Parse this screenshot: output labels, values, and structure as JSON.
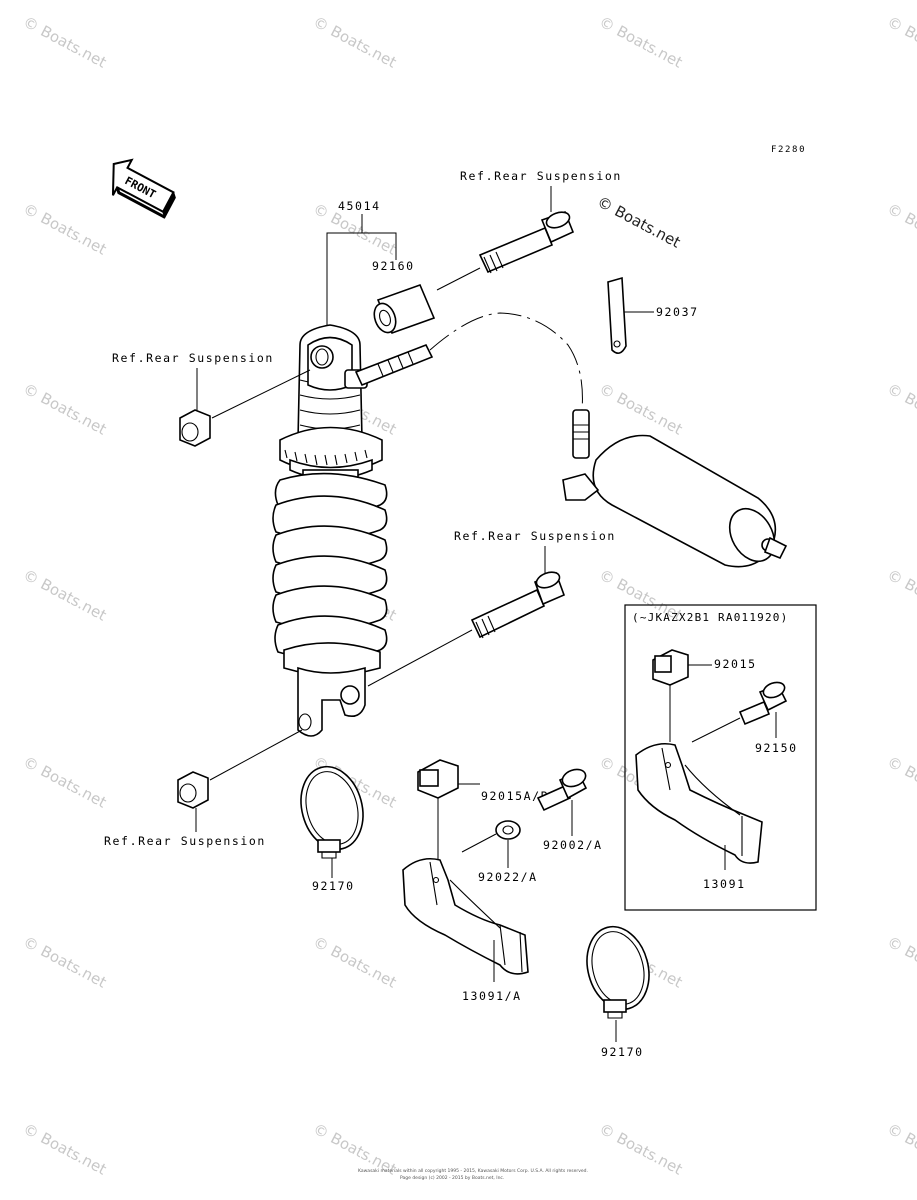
{
  "figure_id": "F2280",
  "front_arrow_label": "FRONT",
  "watermark": "© Boats.net",
  "labels": {
    "p45014": "45014",
    "p92160": "92160",
    "p92037": "92037",
    "ref_top_right": "Ref.Rear Suspension",
    "ref_left_upper": "Ref.Rear Suspension",
    "ref_mid": "Ref.Rear Suspension",
    "ref_left_lower": "Ref.Rear Suspension",
    "p92015ab": "92015A/B",
    "p92002a": "92002/A",
    "p92022a": "92022/A",
    "p92170_left": "92170",
    "p13091a": "13091/A",
    "p92170_bottom": "92170"
  },
  "inset": {
    "title": "(~JKAZX2B1 RA011920)",
    "p92015": "92015",
    "p92150": "92150",
    "p13091": "13091"
  },
  "footer": {
    "line1": "Kawasaki materials within all copyright 1995 - 2015, Kawasaki Motors Corp. U.S.A. All rights reserved.",
    "line2": "Page design (c) 2002 - 2015 by Boats.net, Inc."
  }
}
